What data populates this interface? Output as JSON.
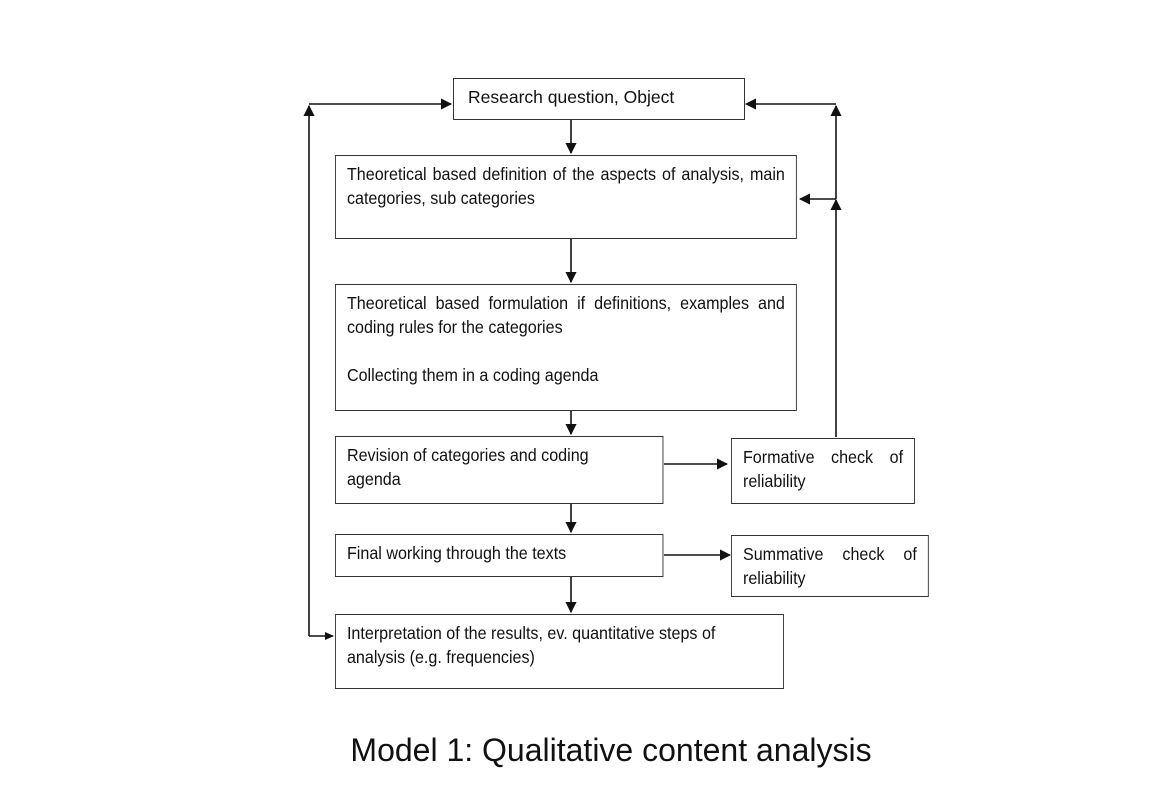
{
  "nodes": {
    "research": "Research question, Object",
    "definition": "Theoretical based definition of the aspects of analysis, main categories, sub categories",
    "formulation_1": "Theoretical based formulation if definitions, examples and coding rules for the categories",
    "formulation_2": "Collecting them in a coding agenda",
    "revision": "Revision of categories and coding agenda",
    "formative": "Formative check of reliability",
    "final": "Final working through the texts",
    "summative": "Summative check of reliability",
    "interpretation": "Interpretation of the results, ev. quantitative steps of analysis (e.g. frequencies)"
  },
  "caption": "Model 1: Qualitative content analysis"
}
